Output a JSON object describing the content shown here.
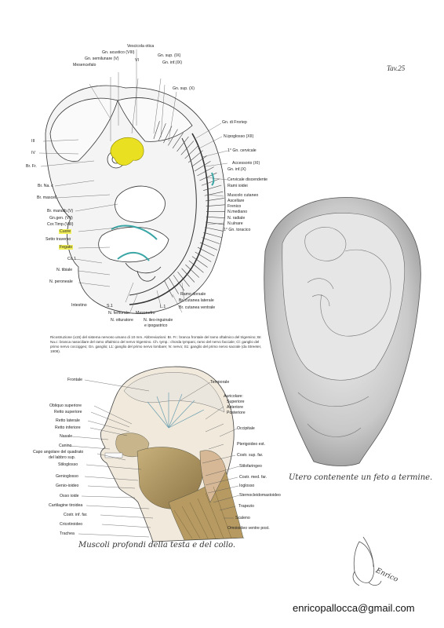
{
  "plate_number": "Tav.25",
  "embryo": {
    "labels_top": [
      "Vescicola otica",
      "Gn. acustico (VIII)",
      "Gn. semilunare (V)",
      "VI",
      "Gn. sup. (IX)",
      "Mesencefalo",
      "Gn. inf.(IX)",
      "Gn. sup. (X)"
    ],
    "labels_right": [
      "Gn. di Froriep",
      "N.ipoglosso (XII)",
      "1° Gn. cervicale",
      "Accessorio (XI)",
      "Gn. inf.(X)",
      "Cervicale discendente",
      "Rami ioidei",
      "Muscolo cutaneo",
      "Ascellare",
      "Frenico",
      "N.mediano",
      "N. radiale",
      "N.ulnare",
      "1° Gn. toracico"
    ],
    "labels_left": [
      "III",
      "IV",
      "Br. Fr.",
      "Br. Na. c",
      "Br. mascell.",
      "Br. mandib.(V)",
      "Gn.gen. (VII)",
      "Cor.Timp.(VIII)",
      "Cuore",
      "Setto traverso",
      "Fegato",
      "Co.1",
      "N. tibiale",
      "N. peroneale"
    ],
    "highlighted": [
      "Cuore",
      "Fegato"
    ],
    "labels_bottom": [
      "Intestino",
      "S.1",
      "N. femorale",
      "N. otturatore",
      "L.1",
      "Mesonefro",
      "N. ileo-inguinale",
      "e ipogastrico",
      "Ramo dorsale",
      "Br. cutanea laterale",
      "Br. cutanea ventrale"
    ],
    "caption": "Ricostruzione (x15) del sistema nervoso umano di 10 mm. Abbreviazioni: Br. Fr.: branca frontale del ramo oftalmico del trigemino; Br. Na.c: branca nasociliare del ramo oftalmico del nervo trigemino. Ch. tymp.: chorda tympani, ramo del nervo facciale; Cl: ganglio del primo nervo cocciggeo; Gn. ganglio; L1: ganglio del primo nervo lombare; N: nervo; S1: ganglio del primo nervo sacrale (da Streeter, 1908)."
  },
  "uterus": {
    "caption": "Utero contenente un feto a termine."
  },
  "head": {
    "labels_left": [
      "Frontale",
      "Obliquo superiore",
      "Retto superiore",
      "Retto laterale",
      "Retto inferiore",
      "Nasale",
      "Canino",
      "Capo angolare del quadrato",
      "del labbro sup.",
      "Stiloglosso",
      "Genioglosso",
      "Genio-ioideo",
      "Osso ioide",
      "Cartilagine tiroidea",
      "Costr. inf. far.",
      "Cricotiroideo",
      "Trachea"
    ],
    "labels_right": [
      "Temporale",
      "Auricolare:",
      "Superiore",
      "Anteriore",
      "Posteriore",
      "Occipitale",
      "Pterigoideo est.",
      "Costr. sup. far.",
      "Stilofaringeo",
      "Costr. med. far.",
      "Ioglosso",
      "Sternocleidomastoideo",
      "Trapezio",
      "Scaleno",
      "Omoioideo ventre post."
    ],
    "caption": "Muscoli profondi della testa e del collo."
  },
  "signature": "Enrico",
  "email": "enricopallocca@gmail.com",
  "colors": {
    "highlight": "#f3f15a",
    "nerve_yellow": "#e8e020",
    "nerve_teal": "#3aa6a6",
    "muscle": "#a98f5d"
  }
}
